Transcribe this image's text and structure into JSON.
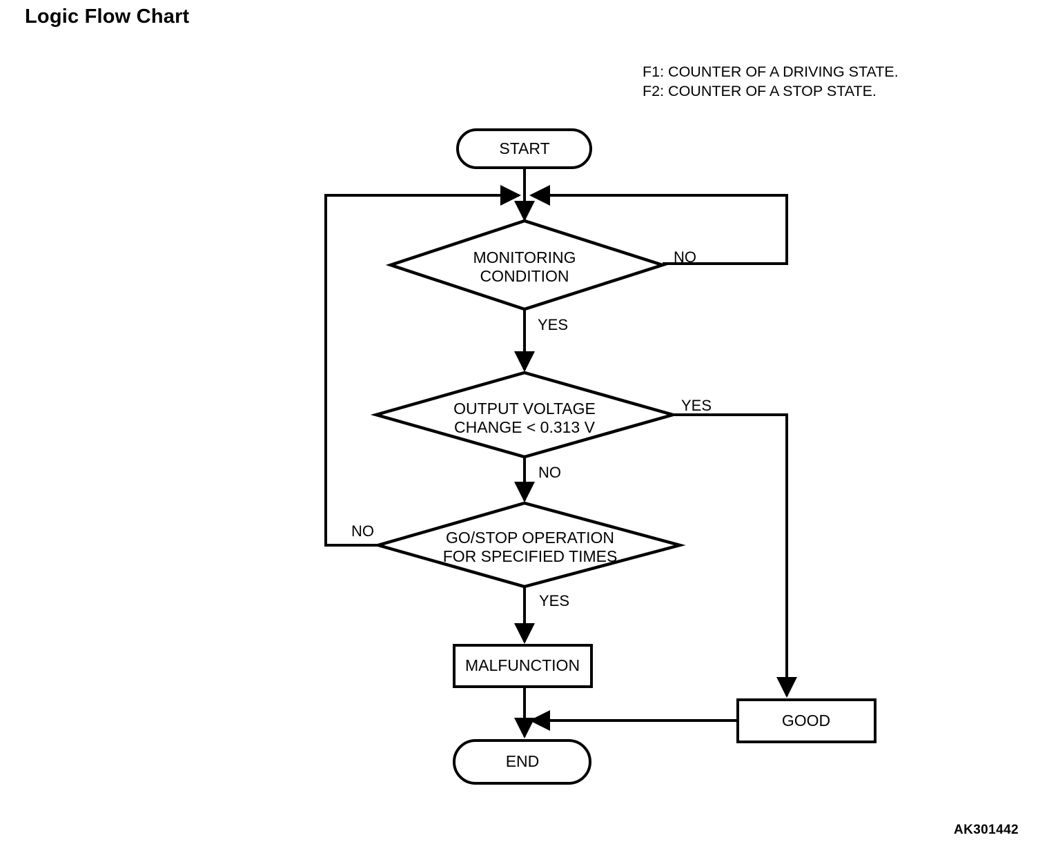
{
  "page": {
    "title": "Logic Flow Chart",
    "figure_id": "AK301442",
    "background_color": "#ffffff",
    "line_color": "#000000"
  },
  "legend": {
    "lines": [
      "F1: COUNTER OF A DRIVING STATE.",
      "F2: COUNTER OF A STOP STATE."
    ]
  },
  "chart_data": {
    "type": "diagram",
    "title": "Logic Flow Chart",
    "nodes": [
      {
        "id": "start",
        "shape": "terminator",
        "label": "START"
      },
      {
        "id": "monitoring",
        "shape": "decision",
        "label": "MONITORING CONDITION",
        "label_lines": [
          "MONITORING",
          "CONDITION"
        ]
      },
      {
        "id": "voltage",
        "shape": "decision",
        "label": "OUTPUT VOLTAGE CHANGE < 0.313 V",
        "label_lines": [
          "OUTPUT VOLTAGE",
          "CHANGE < 0.313 V"
        ]
      },
      {
        "id": "gostop",
        "shape": "decision",
        "label": "GO/STOP OPERATION FOR SPECIFIED TIMES",
        "label_lines": [
          "GO/STOP OPERATION",
          "FOR SPECIFIED TIMES"
        ]
      },
      {
        "id": "malfunction",
        "shape": "process",
        "label": "MALFUNCTION"
      },
      {
        "id": "good",
        "shape": "process",
        "label": "GOOD"
      },
      {
        "id": "end",
        "shape": "terminator",
        "label": "END"
      }
    ],
    "edges": [
      {
        "from": "start",
        "to": "monitoring",
        "label": ""
      },
      {
        "from": "monitoring",
        "to": "monitoring",
        "label": "NO",
        "note": "loops back to junction above monitoring"
      },
      {
        "from": "monitoring",
        "to": "voltage",
        "label": "YES"
      },
      {
        "from": "voltage",
        "to": "good",
        "label": "YES"
      },
      {
        "from": "voltage",
        "to": "gostop",
        "label": "NO"
      },
      {
        "from": "gostop",
        "to": "monitoring",
        "label": "NO",
        "note": "loops back to junction above monitoring"
      },
      {
        "from": "gostop",
        "to": "malfunction",
        "label": "YES"
      },
      {
        "from": "malfunction",
        "to": "end",
        "label": ""
      },
      {
        "from": "good",
        "to": "end",
        "label": ""
      }
    ],
    "branch_labels": {
      "monitoring_no": "NO",
      "monitoring_yes": "YES",
      "voltage_yes": "YES",
      "voltage_no": "NO",
      "gostop_no": "NO",
      "gostop_yes": "YES"
    }
  }
}
